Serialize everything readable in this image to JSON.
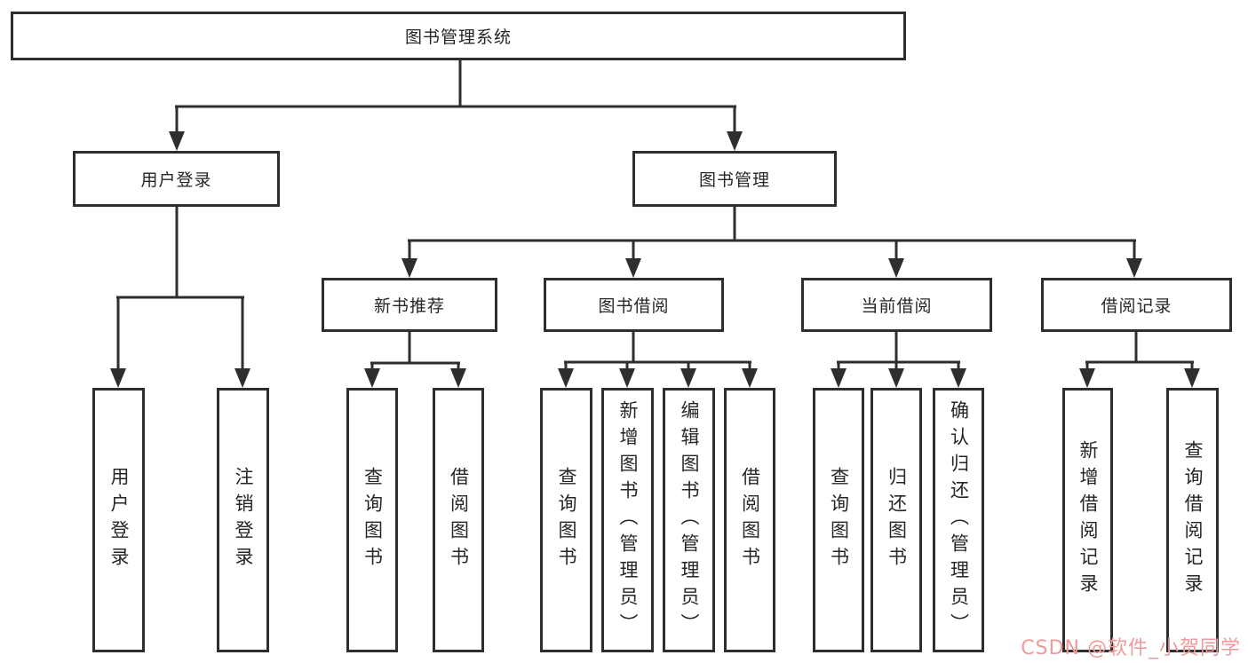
{
  "diagram_title": "图书管理系统",
  "tree": {
    "label": "图书管理系统",
    "children": [
      {
        "label": "用户登录",
        "children": [
          {
            "label": "用户登录"
          },
          {
            "label": "注销登录"
          }
        ]
      },
      {
        "label": "图书管理",
        "children": [
          {
            "label": "新书推荐",
            "children": [
              {
                "label": "查询图书"
              },
              {
                "label": "借阅图书"
              }
            ]
          },
          {
            "label": "图书借阅",
            "children": [
              {
                "label": "查询图书"
              },
              {
                "label": "新增图书（管理员）"
              },
              {
                "label": "编辑图书（管理员）"
              },
              {
                "label": "借阅图书"
              }
            ]
          },
          {
            "label": "当前借阅",
            "children": [
              {
                "label": "查询图书"
              },
              {
                "label": "归还图书"
              },
              {
                "label": "确认归还（管理员）"
              }
            ]
          },
          {
            "label": "借阅记录",
            "children": [
              {
                "label": "新增借阅记录"
              },
              {
                "label": "查询借阅记录"
              }
            ]
          }
        ]
      }
    ]
  },
  "watermark": {
    "text": "CSDN @软件_小贺同学",
    "color": "#ef9a9a"
  },
  "colors": {
    "line": "#2e2e2e",
    "text": "#262626",
    "background": "#ffffff"
  }
}
